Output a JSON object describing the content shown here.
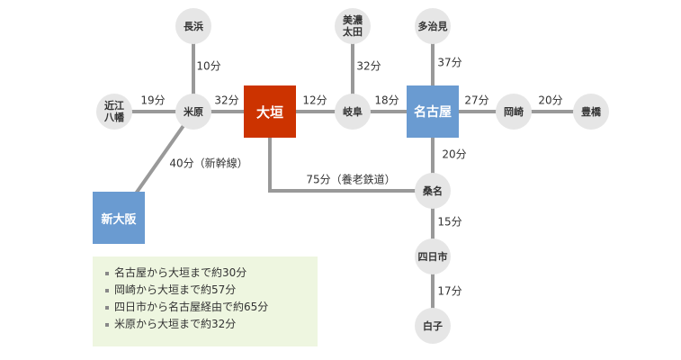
{
  "colors": {
    "line": "#999999",
    "station_fill": "#e6e6e6",
    "ogaki_fill": "#cc3300",
    "nagoya_fill": "#6a9bd1",
    "shin_osaka_fill": "#6a9bd1",
    "info_bg": "#eef6e0"
  },
  "stations": {
    "nagahama": "長浜",
    "omi_hachiman": "近江\n八幡",
    "maibara": "米原",
    "ogaki": "大垣",
    "gifu": "岐阜",
    "mino_ota": "美濃\n太田",
    "tajimi": "多治見",
    "nagoya": "名古屋",
    "okazaki": "岡崎",
    "toyohashi": "豊橋",
    "kuwana": "桑名",
    "yokkaichi": "四日市",
    "shiroko": "白子",
    "shin_osaka": "新大阪"
  },
  "times": {
    "nagahama_maibara": "10分",
    "omi_maibara": "19分",
    "maibara_ogaki": "32分",
    "ogaki_gifu": "12分",
    "mino_gifu": "32分",
    "gifu_nagoya": "18分",
    "tajimi_nagoya": "37分",
    "nagoya_okazaki": "27分",
    "okazaki_toyohashi": "20分",
    "nagoya_kuwana": "20分",
    "ogaki_kuwana": "75分（養老鉄道）",
    "maibara_shin_osaka": "40分（新幹線）",
    "kuwana_yokkaichi": "15分",
    "yokkaichi_shiroko": "17分"
  },
  "notes": [
    "名古屋から大垣まで約30分",
    "岡崎から大垣まで約57分",
    "四日市から名古屋経由で約65分",
    "米原から大垣まで約32分"
  ]
}
